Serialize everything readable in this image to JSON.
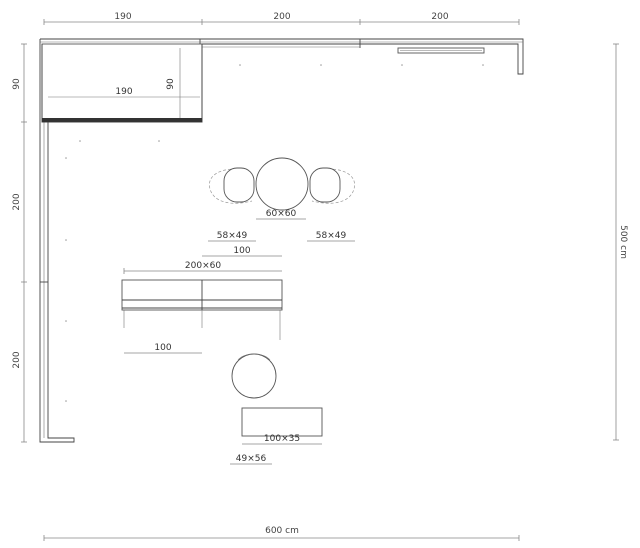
{
  "dimensions": {
    "top_left": "190",
    "top_middle": "200",
    "top_right": "200",
    "left_upper": "90",
    "left_middle": "200",
    "left_lower": "200",
    "right_total": "500 cm",
    "bottom_total": "600 cm"
  },
  "furniture": {
    "shelf_width": "190",
    "shelf_height": "90",
    "table": "60×60",
    "chair_left": "58×49",
    "chair_right": "58×49",
    "desk_half": "100",
    "desk_full": "200×60",
    "desk_lower_half": "100",
    "bench": "100×35",
    "stool": "49×56"
  }
}
